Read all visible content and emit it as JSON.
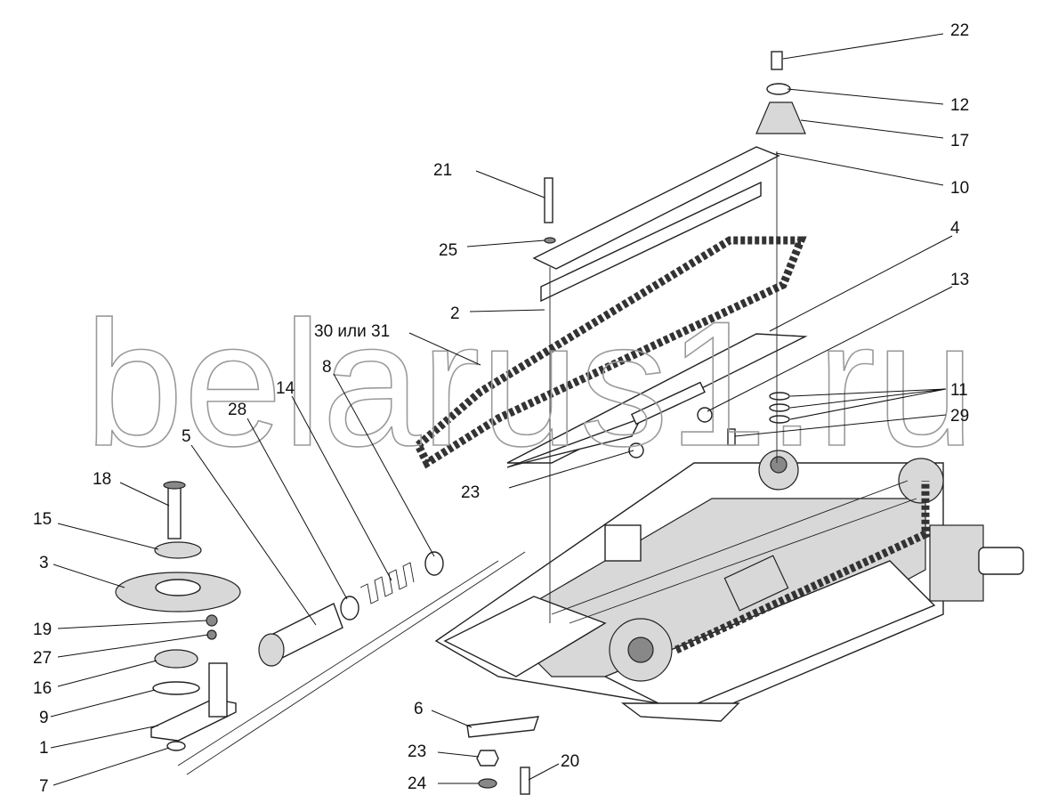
{
  "watermark": "belarus1.ru",
  "labels": {
    "l22": "22",
    "l12": "12",
    "l17": "17",
    "l10": "10",
    "l21": "21",
    "l25": "25",
    "l4": "4",
    "l13": "13",
    "l2": "2",
    "l30": "30 или 31",
    "l8": "8",
    "l14": "14",
    "l28": "28",
    "l5": "5",
    "l11": "11",
    "l29": "29",
    "l23a": "23",
    "l18": "18",
    "l15": "15",
    "l3": "3",
    "l19": "19",
    "l27": "27",
    "l16": "16",
    "l9": "9",
    "l1": "1",
    "l7": "7",
    "l6": "6",
    "l23b": "23",
    "l24": "24",
    "l20": "20"
  }
}
